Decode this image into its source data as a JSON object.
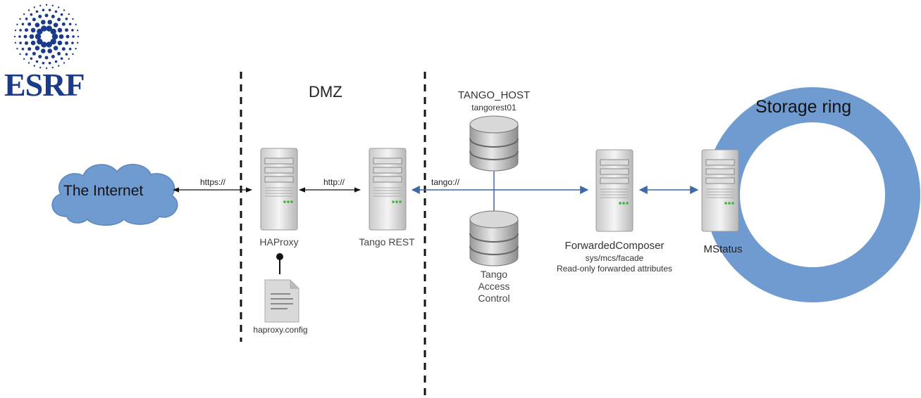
{
  "logo": {
    "text": "ESRF"
  },
  "zones": {
    "dmz": "DMZ"
  },
  "nodes": {
    "internet": {
      "label": "The Internet",
      "icon": "cloud-icon"
    },
    "haproxy": {
      "label": "HAProxy",
      "icon": "server-icon"
    },
    "config": {
      "label": "haproxy.config",
      "icon": "document-icon"
    },
    "tango_rest": {
      "label": "Tango REST",
      "icon": "server-icon"
    },
    "tango_host": {
      "label": "TANGO_HOST",
      "sublabel": "tangorest01",
      "icon": "database-icon"
    },
    "access_control": {
      "line1": "Tango",
      "line2": "Access",
      "line3": "Control",
      "icon": "database-icon"
    },
    "forwarded_composer": {
      "label": "ForwardedComposer",
      "sub1": "sys/mcs/facade",
      "sub2": "Read-only forwarded attributes",
      "icon": "server-icon"
    },
    "mstatus": {
      "label": "MStatus",
      "icon": "server-icon"
    },
    "storage_ring": {
      "label": "Storage ring"
    }
  },
  "edges": {
    "https": "https://",
    "http": "http://",
    "tango": "tango://"
  },
  "colors": {
    "ring": "#6f9bd1",
    "cloud": "#6f9bd1",
    "arrow_blue": "#3d6aa8",
    "logo": "#1a3a8c"
  }
}
